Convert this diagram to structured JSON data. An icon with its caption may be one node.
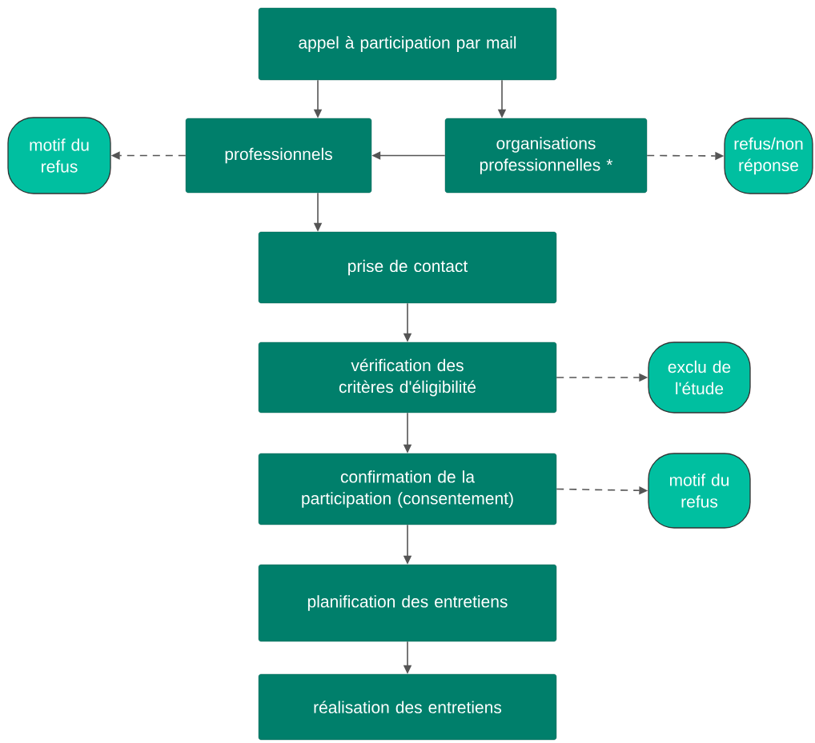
{
  "diagram": {
    "nodes": [
      {
        "text": [
          "appel à participation par mail"
        ]
      },
      {
        "text": [
          "professionnels"
        ]
      },
      {
        "text": [
          "organisations professionnelles *"
        ]
      },
      {
        "text": [
          "motif du refus"
        ]
      },
      {
        "text": [
          "refus/non réponse"
        ]
      },
      {
        "text": [
          "prise de contact"
        ]
      },
      {
        "text": [
          "vérification des critères d'éligibilité"
        ]
      },
      {
        "text": [
          "exclu de l'étude"
        ]
      },
      {
        "text": [
          "confirmation de la participation (consentement)"
        ]
      },
      {
        "text": [
          "motif du refus"
        ]
      },
      {
        "text": [
          "planification des entretiens"
        ]
      },
      {
        "text": [
          "réalisation des entretiens"
        ]
      }
    ],
    "edges": [
      {
        "from": 0,
        "to": 1,
        "arrow": "to"
      },
      {
        "from": 0,
        "to": 2,
        "arrow": "to"
      },
      {
        "from": 2,
        "to": 1,
        "arrow": "to"
      },
      {
        "from": 1,
        "to": 3,
        "arrow": "to",
        "style": "dashed"
      },
      {
        "from": 2,
        "to": 4,
        "arrow": "to",
        "style": "dashed"
      },
      {
        "from": 1,
        "to": 5,
        "arrow": "to"
      },
      {
        "from": 5,
        "to": 6,
        "arrow": "to"
      },
      {
        "from": 6,
        "to": 7,
        "arrow": "to",
        "style": "dashed"
      },
      {
        "from": 6,
        "to": 8,
        "arrow": "to"
      },
      {
        "from": 8,
        "to": 9,
        "arrow": "to",
        "style": "dashed"
      },
      {
        "from": 8,
        "to": 10,
        "arrow": "to"
      },
      {
        "from": 10,
        "to": 11,
        "arrow": "to"
      }
    ]
  }
}
